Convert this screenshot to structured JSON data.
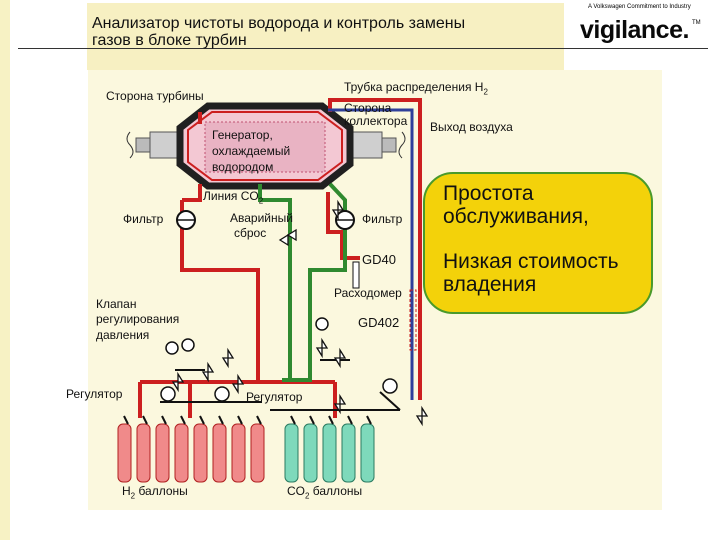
{
  "title": {
    "line1": "Анализатор чистоты водорода и контроль замены",
    "line2": "газов в блоке турбин"
  },
  "logo": {
    "tagline": "A Volkswagen Commitment to Industry",
    "brand": "vigilance.",
    "tm": "TM"
  },
  "labels": {
    "turbine_side": "Сторона турбины",
    "h2_tube": "Трубка распределения H",
    "h2_sub": "2",
    "collector_side_1": "Сторона",
    "collector_side_2": "коллектора",
    "air_outlet": "Выход воздуха",
    "generator_1": "Генератор,",
    "generator_2": "охлаждаемый",
    "generator_3": "водородом",
    "co2_line": "Линия CO",
    "co2_sub": "2",
    "filter_left": "Фильтр",
    "emergency_1": "Аварийный",
    "emergency_2": "сброс",
    "filter_right": "Фильтр",
    "gd40": "GD40",
    "flowmeter": "Расходомер",
    "gd402": "GD402",
    "pressure_valve_1": "Клапан",
    "pressure_valve_2": "регулирования",
    "pressure_valve_3": "давления",
    "regulator_left": "Регулятор",
    "regulator_right": "Регулятор",
    "h2_cylinders": "H",
    "h2_cylinders_sub": "2",
    "h2_cylinders_rest": " баллоны",
    "co2_cylinders": "CO",
    "co2_cylinders_sub": "2",
    "co2_cylinders_rest": " баллоны"
  },
  "benefits": {
    "line1": "Простота",
    "line2": "обслуживания,",
    "line3": "Низкая стоимость",
    "line4": "владения"
  },
  "colors": {
    "h2_line": "#cc1f1f",
    "co2_line": "#2f8a2f",
    "air_line": "#2f3f9a",
    "h2_cylinder": "#f08a8a",
    "co2_cylinder": "#7ed9bb",
    "benefit_fill": "#f3d20a"
  }
}
